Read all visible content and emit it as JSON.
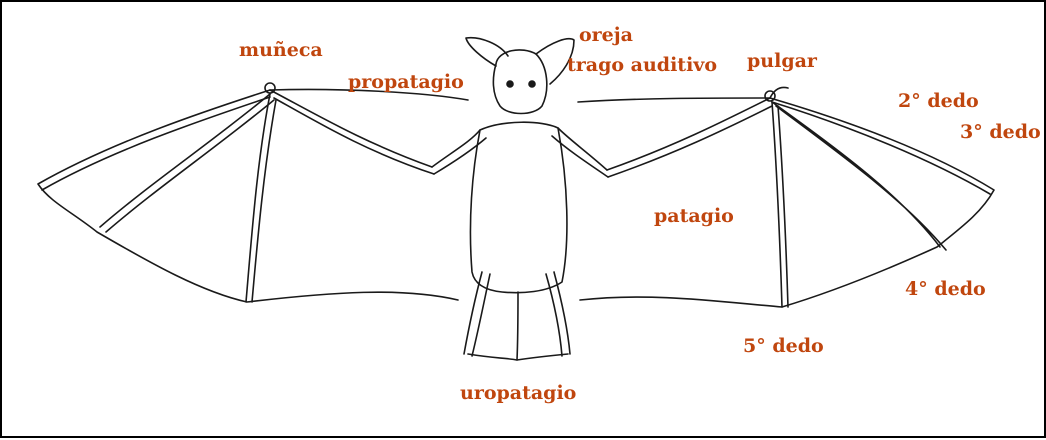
{
  "colors": {
    "label": "#c0460e",
    "ink": "#1a1a1a",
    "background": "#ffffff"
  },
  "labels": {
    "muneca": "muñeca",
    "propatagio": "propatagio",
    "oreja": "oreja",
    "trago": "trago auditivo",
    "pulgar": "pulgar",
    "dedo2": "2° dedo",
    "dedo3": "3° dedo",
    "patagio": "patagio",
    "dedo4": "4° dedo",
    "dedo5": "5° dedo",
    "uropatagio": "uropatagio"
  }
}
